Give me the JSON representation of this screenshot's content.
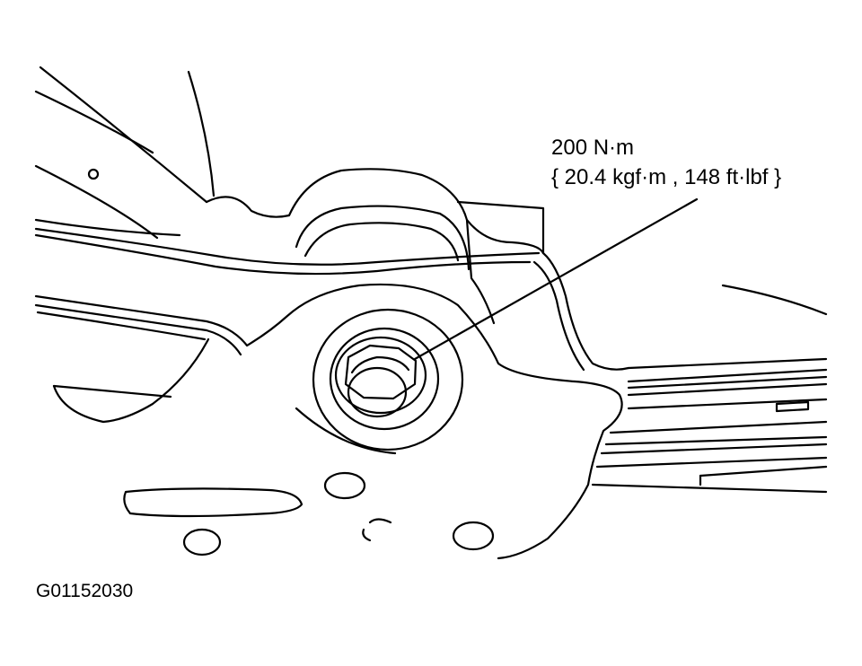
{
  "callout": {
    "torque_nm": "200 N·m",
    "torque_alt": "{ 20.4 kgf·m , 148 ft·lbf }"
  },
  "figure_code": "G01152030",
  "colors": {
    "line": "#000000",
    "background": "#ffffff"
  }
}
